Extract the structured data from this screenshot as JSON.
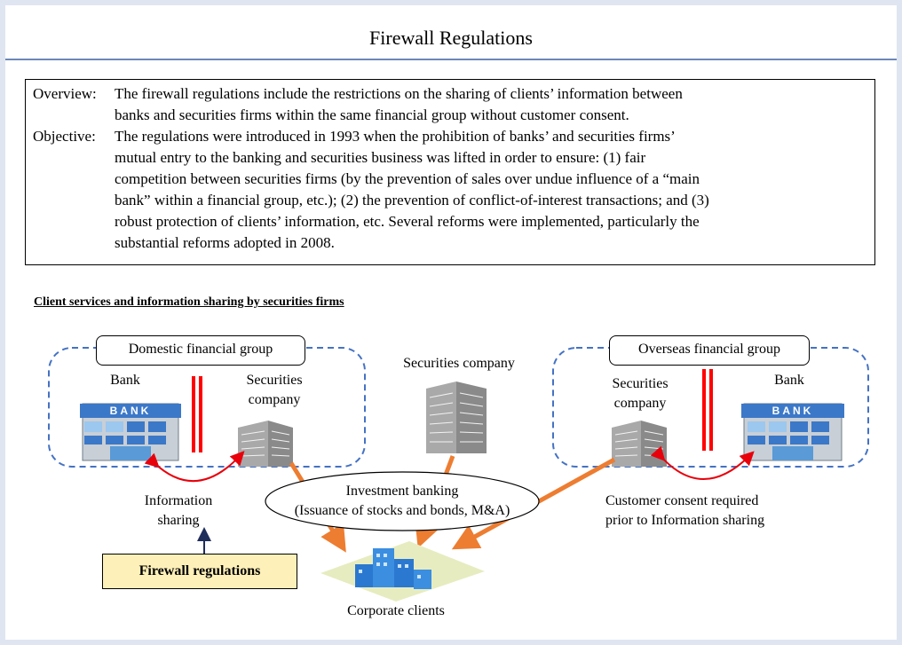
{
  "title": "Firewall Regulations",
  "overview": {
    "label": "Overview:",
    "lines": [
      "The firewall regulations include the restrictions on the sharing of  clients’ information between",
      "banks and securities firms within the same financial group without customer consent."
    ]
  },
  "objective": {
    "label": "Objective:",
    "lines": [
      "The regulations were introduced in 1993 when the prohibition of banks’ and securities firms’",
      "mutual entry to the banking and securities business was lifted in order to ensure: (1) fair",
      "competition between securities firms (by the prevention of sales over undue influence of a “main",
      "bank” within a financial group, etc.); (2) the prevention of conflict-of-interest transactions; and (3)",
      "robust protection of clients’ information, etc. Several reforms were implemented, particularly the",
      "substantial reforms adopted in 2008."
    ]
  },
  "diagram": {
    "heading": "Client services and information sharing by securities firms",
    "domestic_group": "Domestic financial group",
    "overseas_group": "Overseas financial group",
    "bank_left": "Bank",
    "bank_right": "Bank",
    "bank_sign": "BANK",
    "sec_left_1": "Securities",
    "sec_left_2": "company",
    "sec_right_1": "Securities",
    "sec_right_2": "company",
    "sec_center": "Securities company",
    "info_sharing_1": "Information",
    "info_sharing_2": "sharing",
    "ib_1": "Investment banking",
    "ib_2": "(Issuance of stocks and bonds, M&A)",
    "consent_1": "Customer consent required",
    "consent_2": "prior to Information sharing",
    "firewall": "Firewall regulations",
    "corporate": "Corporate clients"
  },
  "colors": {
    "group_border": "#4472c4",
    "firewall_bar": "#ff0000",
    "arrow": "#ed7d31",
    "firewall_fill": "#fdf0b8"
  }
}
